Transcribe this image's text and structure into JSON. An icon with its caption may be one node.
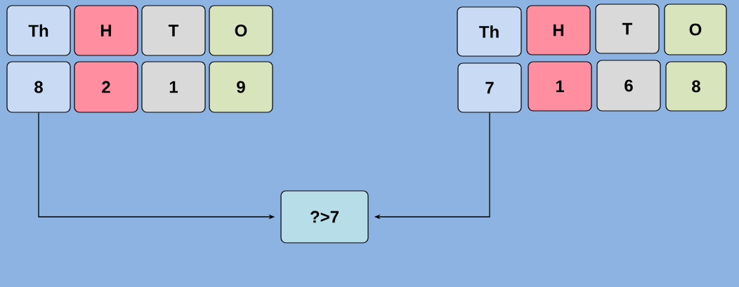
{
  "diagram": {
    "nodes": [
      {
        "text": [
          "Th"
        ]
      },
      {
        "text": [
          "H"
        ]
      },
      {
        "text": [
          "T"
        ]
      },
      {
        "text": [
          "O"
        ]
      },
      {
        "text": [
          "8"
        ]
      },
      {
        "text": [
          "2"
        ]
      },
      {
        "text": [
          "1"
        ]
      },
      {
        "text": [
          "9"
        ]
      },
      {
        "text": [
          "Th"
        ]
      },
      {
        "text": [
          "H"
        ]
      },
      {
        "text": [
          "T"
        ]
      },
      {
        "text": [
          "O"
        ]
      },
      {
        "text": [
          "7"
        ]
      },
      {
        "text": [
          "1"
        ]
      },
      {
        "text": [
          "6"
        ]
      },
      {
        "text": [
          "8"
        ]
      },
      {
        "text": [
          "?>7"
        ]
      }
    ],
    "edges": [
      {
        "from": 4,
        "to": 16,
        "arrow": "to"
      },
      {
        "from": 12,
        "to": 16,
        "arrow": "to"
      }
    ]
  }
}
